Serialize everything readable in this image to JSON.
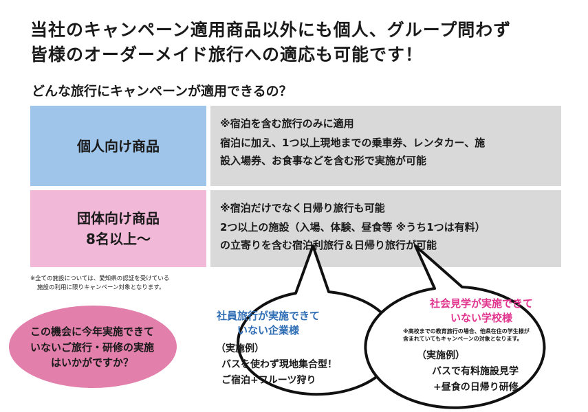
{
  "headline": {
    "line1": "当社のキャンペーン適用商品以外にも個人、グループ問わず",
    "line2": "皆様のオーダーメイド旅行への適応も可能です！"
  },
  "question": "どんな旅行にキャンペーンが適用できるの？",
  "table": {
    "individual": {
      "label": "個人向け商品",
      "note": "※宿泊を含む旅行のみに適用",
      "line1": "宿泊に加え、1つ以上現地までの乗車券、レンタカー、施",
      "line2": "設入場券、お食事などを含む形で実施が可能"
    },
    "group": {
      "label_line1": "団体向け商品",
      "label_line2": "8名以上〜",
      "note": "※宿泊だけでなく日帰り旅行も可能",
      "line1": "2つ以上の施設（入場、体験、昼食等 ※うち1つは有料）",
      "line2": "の立寄りを含む宿泊利旅行＆日帰り旅行が可能"
    }
  },
  "footnote": {
    "line1": "※全ての施設については、愛知県の認証を受けている",
    "line2": "施設の利用に限りキャンペーン対象となります。"
  },
  "pink_bubble": {
    "line1": "この機会に今年実施できて",
    "line2": "いないご旅行・研修の実施",
    "line3": "はいかがですか？"
  },
  "bubble_company": {
    "title_line1": "社員旅行が実施できて",
    "title_line2": "いない企業様",
    "example_label": "（実施例）",
    "example_line1": "バスを使わず現地集合型！",
    "example_line2": "ご宿泊+フルーツ狩り"
  },
  "bubble_school": {
    "title_line1": "社会見学が実施できて",
    "title_line2": "いない学校様",
    "note_line1": "※高校までの教育旅行の場合、他県在住の学生様が",
    "note_line2": "含まれていてもキャンペーンの対象となります。",
    "example_label": "（実施例）",
    "example_line1": "バスで有料施設見学",
    "example_line2": "+昼食の日帰り研修"
  },
  "colors": {
    "individual_bg": "#9fc5ea",
    "group_bg": "#f2b8d8",
    "detail_bg": "#d9d9d9",
    "pink_ellipse": "#e27fab",
    "company_title": "#2f6db5",
    "school_title": "#e0348e"
  }
}
